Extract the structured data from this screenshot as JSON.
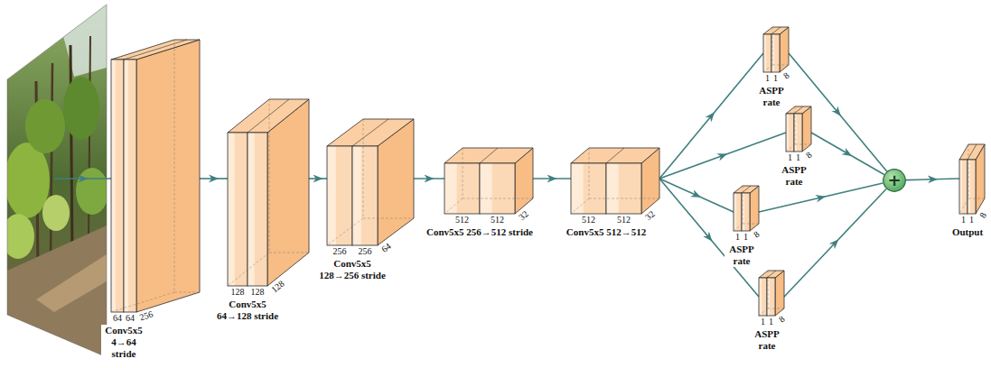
{
  "diagram": {
    "nodes": [
      {
        "text": [
          "64",
          "64",
          "256",
          "Conv5x5 4→64 stride"
        ]
      },
      {
        "text": [
          "128",
          "128",
          "128",
          "Conv5x5 64→128 stride"
        ]
      },
      {
        "text": [
          "256",
          "256",
          "64",
          "Conv5x5 128→256 stride"
        ]
      },
      {
        "text": [
          "512",
          "512",
          "32",
          "Conv5x5 256→512 stride"
        ]
      },
      {
        "text": [
          "512",
          "512",
          "32",
          "Conv5x5 512→512"
        ]
      },
      {
        "text": [
          "1",
          "1",
          "8",
          "ASPP rate"
        ]
      },
      {
        "text": [
          "1",
          "1",
          "8",
          "ASPP rate"
        ]
      },
      {
        "text": [
          "1",
          "1",
          "8",
          "ASPP rate"
        ]
      },
      {
        "text": [
          "1",
          "1",
          "8",
          "ASPP rate"
        ]
      },
      {
        "text": [
          "+"
        ]
      },
      {
        "text": [
          "1",
          "1",
          "8",
          "Output"
        ]
      }
    ],
    "edges": [
      {
        "from": 0,
        "to": 1,
        "arrow": "to"
      },
      {
        "from": 1,
        "to": 2,
        "arrow": "to"
      },
      {
        "from": 2,
        "to": 3,
        "arrow": "to"
      },
      {
        "from": 3,
        "to": 4,
        "arrow": "to"
      },
      {
        "from": 4,
        "to": 5,
        "arrow": "to"
      },
      {
        "from": 4,
        "to": 6,
        "arrow": "to"
      },
      {
        "from": 4,
        "to": 7,
        "arrow": "to"
      },
      {
        "from": 4,
        "to": 8,
        "arrow": "to"
      },
      {
        "from": 5,
        "to": 9,
        "arrow": "to"
      },
      {
        "from": 6,
        "to": 9,
        "arrow": "to"
      },
      {
        "from": 7,
        "to": 9,
        "arrow": "to"
      },
      {
        "from": 8,
        "to": 9,
        "arrow": "to"
      },
      {
        "from": 9,
        "to": 10,
        "arrow": "to"
      }
    ]
  }
}
